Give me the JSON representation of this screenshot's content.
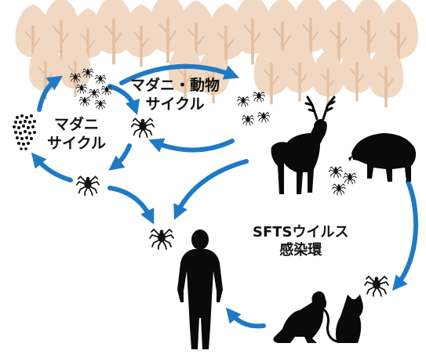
{
  "labels": {
    "tick_cycle": [
      "マダニ",
      "サイクル"
    ],
    "tick_animal_cycle": [
      "マダニ・動物",
      "サイクル"
    ],
    "sfts_cycle": [
      "SFTSウイルス",
      "感染環"
    ]
  },
  "colors": {
    "arrow": "#1f7ac6",
    "tree": "#f1d8c2",
    "tree_trunk": "#e3bfa0",
    "silhouette": "#0a0a0a",
    "tick": "#111111"
  },
  "icons": {
    "background": "forest-trees",
    "animals": [
      "deer-icon",
      "boar-icon",
      "dog-icon",
      "cat-icon",
      "human-icon"
    ],
    "ticks": "tick-icon",
    "eggs": "tick-eggs-icon"
  }
}
